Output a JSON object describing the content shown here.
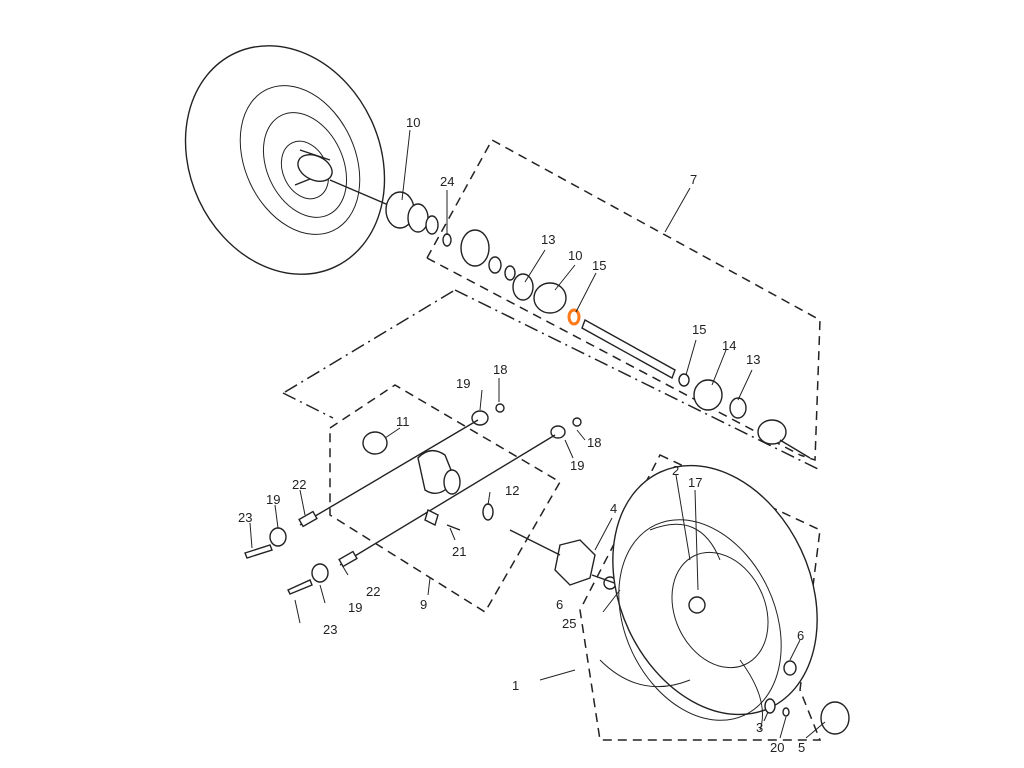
{
  "diagram": {
    "highlight_color": "#ff7a1a",
    "labels": {
      "upper_shaft": "10",
      "circlip_top": "24",
      "shaft_assembly": "7",
      "band_inner": "13",
      "boot_inner": "10",
      "ring_highlighted": "15",
      "ring_outer": "15",
      "boot_outer": "14",
      "band_outer": "13",
      "washer_upper": "19",
      "nut_upper": "18",
      "bushing": "11",
      "nut_right": "18",
      "washer_right": "19",
      "pin_upper": "22",
      "clip": "12",
      "washer_left": "19",
      "bolt_upper": "23",
      "fitting": "21",
      "hub": "4",
      "pin_lower": "22",
      "washer_lower": "19",
      "bolt_lower": "23",
      "knuckle_assembly": "9",
      "wheel_right": "2",
      "valve_17": "17",
      "nut_hub": "6",
      "cotter_pin": "25",
      "wheel_left": "1",
      "lug_nut": "6",
      "valve_stem": "3",
      "valve_cap": "20",
      "hub_cap": "5"
    }
  }
}
